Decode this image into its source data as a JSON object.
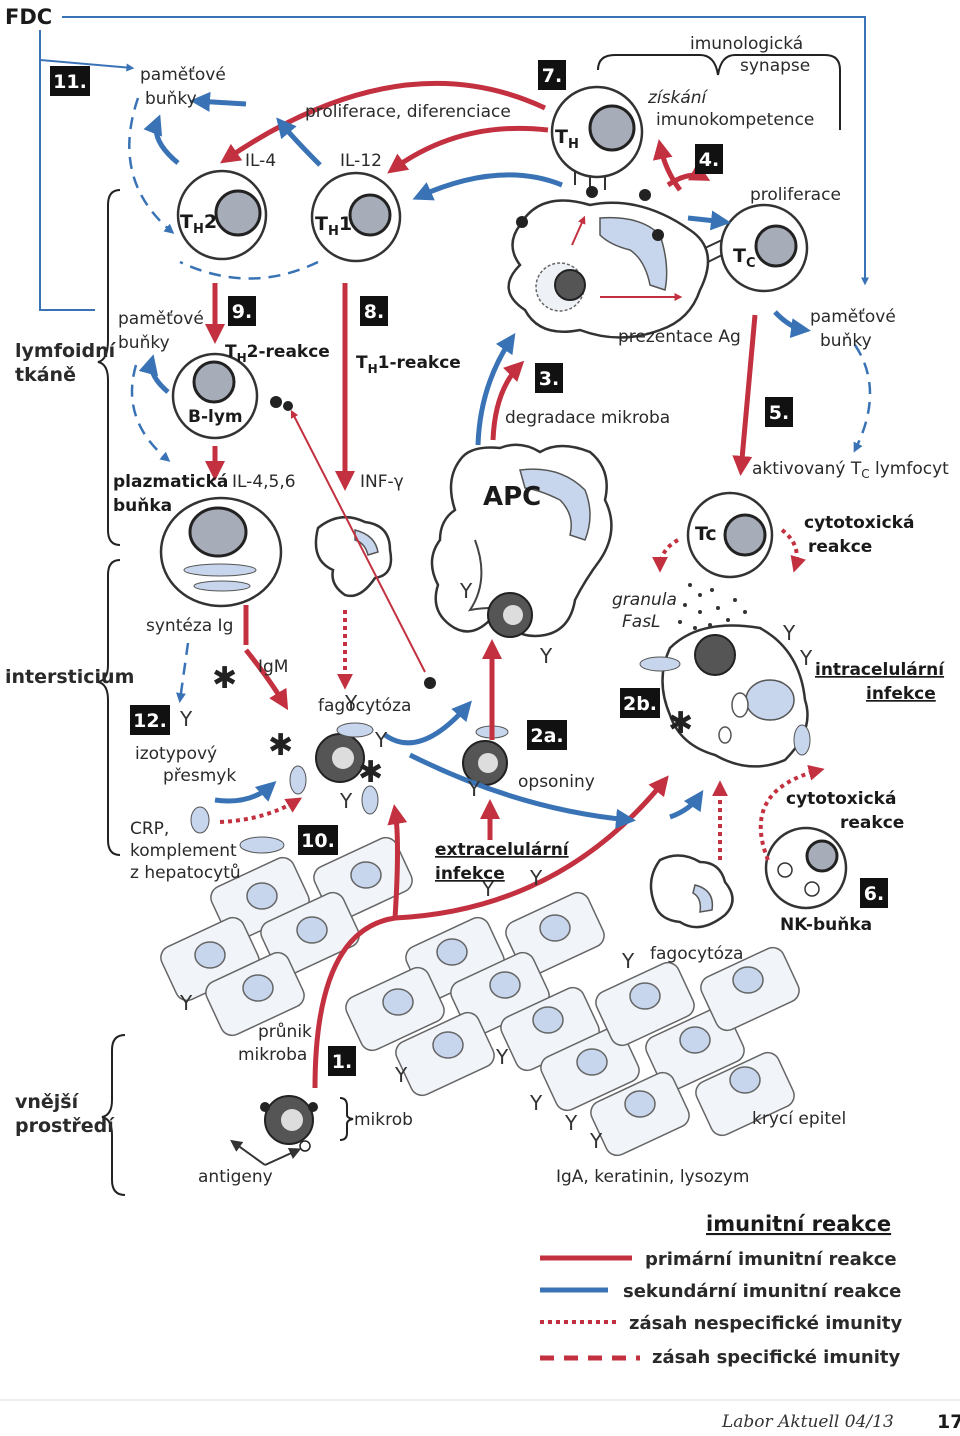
{
  "labels": {
    "fdc": "FDC",
    "pamet_bunky_top_1": "paměťové",
    "pamet_bunky_top_2": "buňky",
    "il4": "IL-4",
    "il12": "IL-12",
    "prolif_dif": "proliferace, diferenciace",
    "imuno_synapse_1": "imunologická",
    "imuno_synapse_2": "synapse",
    "ziskani_1": "získání",
    "ziskani_2": "imunokompetence",
    "proliferace": "proliferace",
    "th_main": "T",
    "th_sub": "H",
    "th2_main": "T",
    "th2_sub": "H",
    "th2_suffix": "2",
    "th1_main": "T",
    "th1_sub": "H",
    "th1_suffix": "1",
    "tc_main": "T",
    "tc_sub": "C",
    "tc2": "Tc",
    "lymfoidni_1": "lymfoidní",
    "lymfoidni_2": "tkáně",
    "pamet_bunky_left_1": "paměťové",
    "pamet_bunky_left_2": "buňky",
    "th2_reakce_main": "T",
    "th2_reakce_sub": "H",
    "th2_reakce_suffix": "2-reakce",
    "th1_reakce_main": "T",
    "th1_reakce_sub": "H",
    "th1_reakce_suffix": "1-reakce",
    "prezentace": "prezentace Ag",
    "pamet_bunky_right_1": "paměťové",
    "pamet_bunky_right_2": "buňky",
    "blym": "B-lym",
    "degradace": "degradace mikroba",
    "plazmaticka_1": "plazmatická",
    "plazmaticka_2": "buňka",
    "il456": "IL-4,5,6",
    "infy": "INF-γ",
    "apc": "APC",
    "aktivovany_main": "aktivovaný T",
    "aktivovany_sub": "C",
    "aktivovany_suffix": " lymfocyt",
    "cytotox_top_1": "cytotoxická",
    "cytotox_top_2": "reakce",
    "granula_1": "granula",
    "granula_2": "FasL",
    "synteza": "syntéza Ig",
    "igm": "IgM",
    "intersticium": "intersticium",
    "intracel_1": "intracelulární",
    "intracel_2": "infekce",
    "fagocytoza_mid": "fagocytóza",
    "izotyp_1": "izotypový",
    "izotyp_2": "přesmyk",
    "opsoniny": "opsoniny",
    "crp_1": "CRP,",
    "crp_2": "komplement",
    "crp_3": "z hepatocytů",
    "extracel_1": "extracelulární",
    "extracel_2": "infekce",
    "cytotox_bot_1": "cytotoxická",
    "cytotox_bot_2": "reakce",
    "nk": "NK-buňka",
    "fagocytoza_bot": "fagocytóza",
    "prunik_1": "průnik",
    "prunik_2": "mikroba",
    "vnejsi_1": "vnější",
    "vnejsi_2": "prostředí",
    "mikrob": "mikrob",
    "kryci": "krycí epitel",
    "antigeny": "antigeny",
    "iga": "IgA, keratinin, lysozym"
  },
  "steps": {
    "s1": "1.",
    "s2a": "2a.",
    "s2b": "2b.",
    "s3": "3.",
    "s4": "4.",
    "s5": "5.",
    "s6": "6.",
    "s7": "7.",
    "s8": "8.",
    "s9": "9.",
    "s10": "10.",
    "s11": "11.",
    "s12": "12."
  },
  "legend": {
    "title": "imunitní reakce",
    "primary": "primární imunitní reakce",
    "secondary": "sekundární imunitní reakce",
    "nonspecific": "zásah nespecifické imunity",
    "specific": "zásah specifické imunity"
  },
  "colors": {
    "primary": "#c3303f",
    "secondary": "#3a73b5"
  },
  "footer": {
    "journal": "Labor Aktuell 04/13",
    "page": "17"
  }
}
